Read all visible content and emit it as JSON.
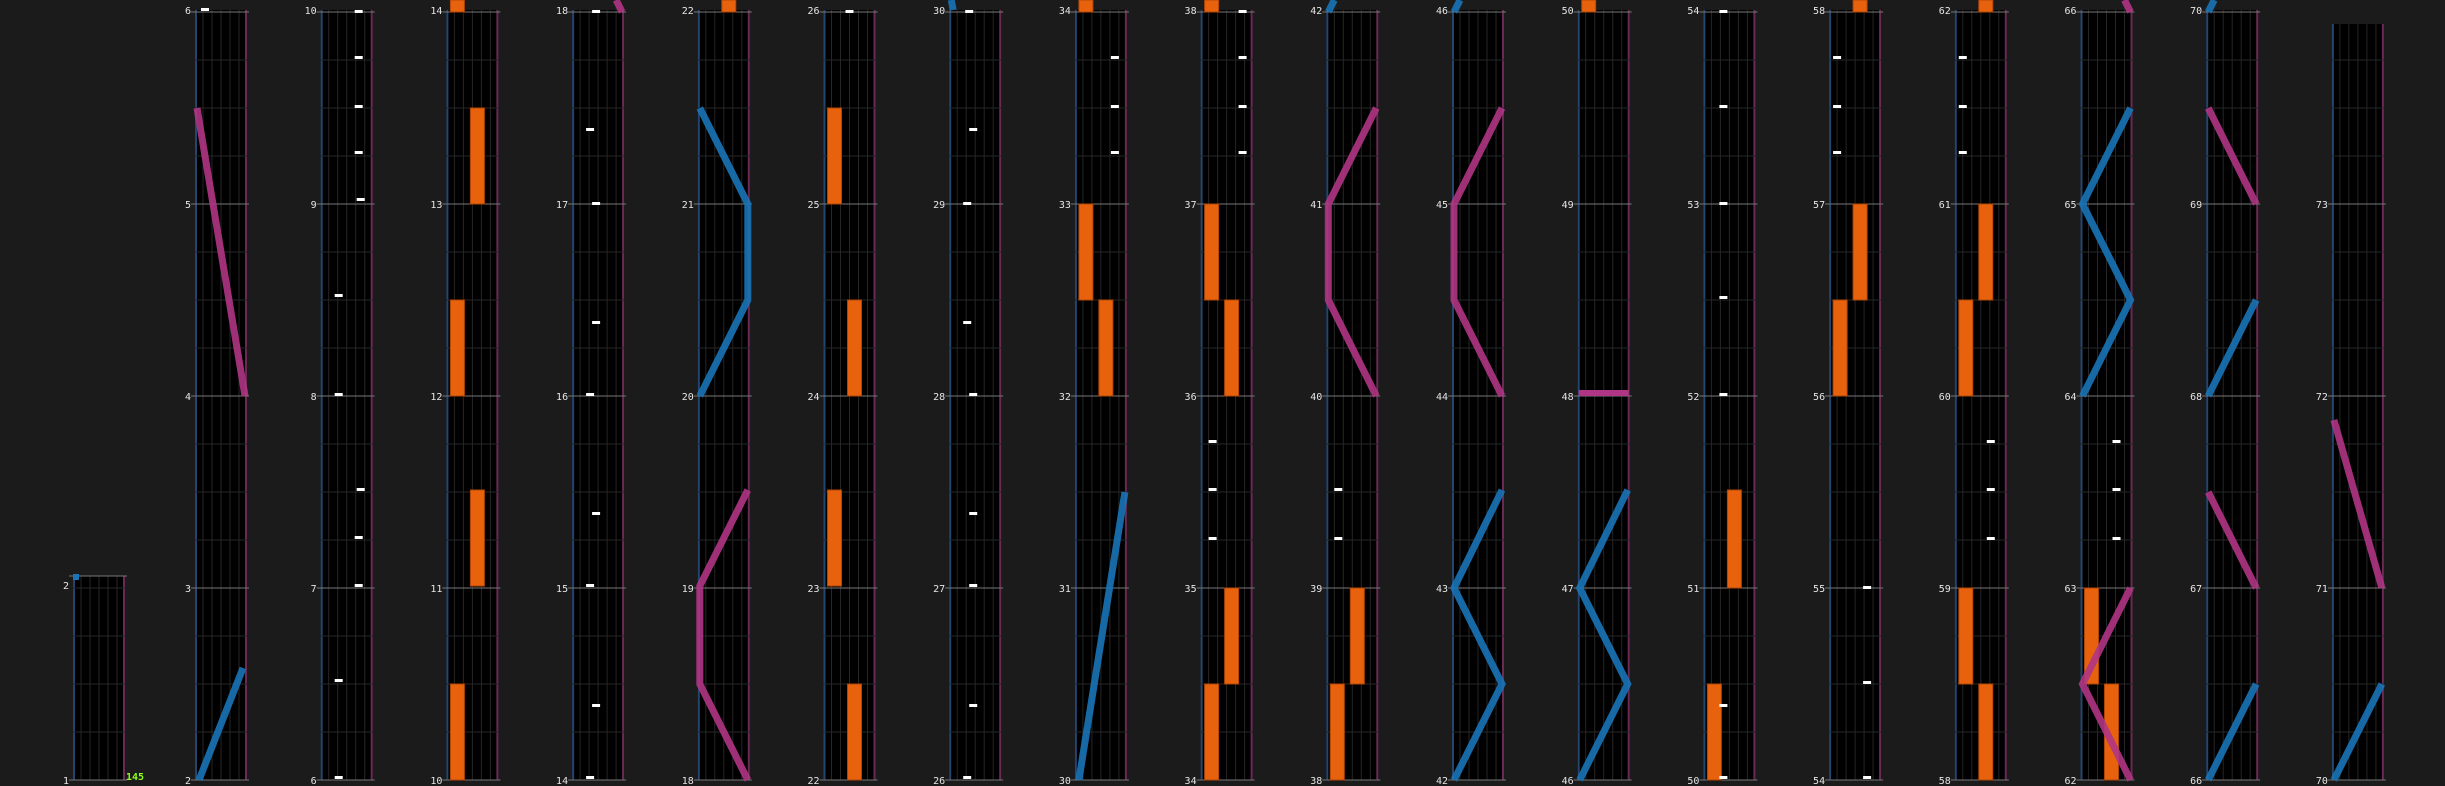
{
  "chart_data": {
    "type": "rhythm-game-chart",
    "bpm": "145",
    "colors": {
      "background": "#1b1b1b",
      "lane_bg": "#000000",
      "grid": "#262626",
      "measure_line": "#777777",
      "left_edge": "#24456e",
      "right_edge": "#6b2a55",
      "tap": "#ffffff",
      "hold": "#e8620e",
      "hold_edge": "#b04508",
      "laser_left": "#1a74b8",
      "laser_right": "#b03584"
    },
    "first_measure_label": "1",
    "tail_label": "2",
    "columns": [
      {
        "bottom": "2",
        "mid": "4",
        "top": "6",
        "middle_labels": [
          "3",
          "5"
        ],
        "mark": "tap-top"
      },
      {
        "bottom": "6",
        "mid": "8",
        "top": "10",
        "middle_labels": [
          "7",
          "9"
        ]
      },
      {
        "bottom": "10",
        "mid": "12",
        "top": "14",
        "middle_labels": [
          "11",
          "13"
        ]
      },
      {
        "bottom": "14",
        "mid": "16",
        "top": "18",
        "middle_labels": [
          "15",
          "17"
        ]
      },
      {
        "bottom": "18",
        "mid": "20",
        "top": "22",
        "middle_labels": [
          "19",
          "21"
        ]
      },
      {
        "bottom": "22",
        "mid": "24",
        "top": "26",
        "middle_labels": [
          "23",
          "25"
        ]
      },
      {
        "bottom": "26",
        "mid": "28",
        "top": "30",
        "middle_labels": [
          "27",
          "29"
        ]
      },
      {
        "bottom": "30",
        "mid": "32",
        "top": "34",
        "middle_labels": [
          "31",
          "33"
        ]
      },
      {
        "bottom": "34",
        "mid": "36",
        "top": "38",
        "middle_labels": [
          "35",
          "37"
        ]
      },
      {
        "bottom": "38",
        "mid": "40",
        "top": "42",
        "middle_labels": [
          "39",
          "41"
        ]
      },
      {
        "bottom": "42",
        "mid": "44",
        "top": "46",
        "middle_labels": [
          "43",
          "45"
        ]
      },
      {
        "bottom": "46",
        "mid": "48",
        "top": "50",
        "middle_labels": [
          "47",
          "49"
        ]
      },
      {
        "bottom": "50",
        "mid": "52",
        "top": "54",
        "middle_labels": [
          "51",
          "53"
        ]
      },
      {
        "bottom": "54",
        "mid": "56",
        "top": "58",
        "middle_labels": [
          "55",
          "57"
        ]
      },
      {
        "bottom": "58",
        "mid": "60",
        "top": "62",
        "middle_labels": [
          "59",
          "61"
        ]
      },
      {
        "bottom": "62",
        "mid": "64",
        "top": "66",
        "middle_labels": [
          "63",
          "65"
        ]
      },
      {
        "bottom": "66",
        "mid": "68",
        "top": "70",
        "middle_labels": [
          "67",
          "69"
        ]
      },
      {
        "bottom": "70",
        "mid": "72",
        "top": "",
        "middle_labels": [
          "71",
          "73"
        ]
      }
    ]
  }
}
